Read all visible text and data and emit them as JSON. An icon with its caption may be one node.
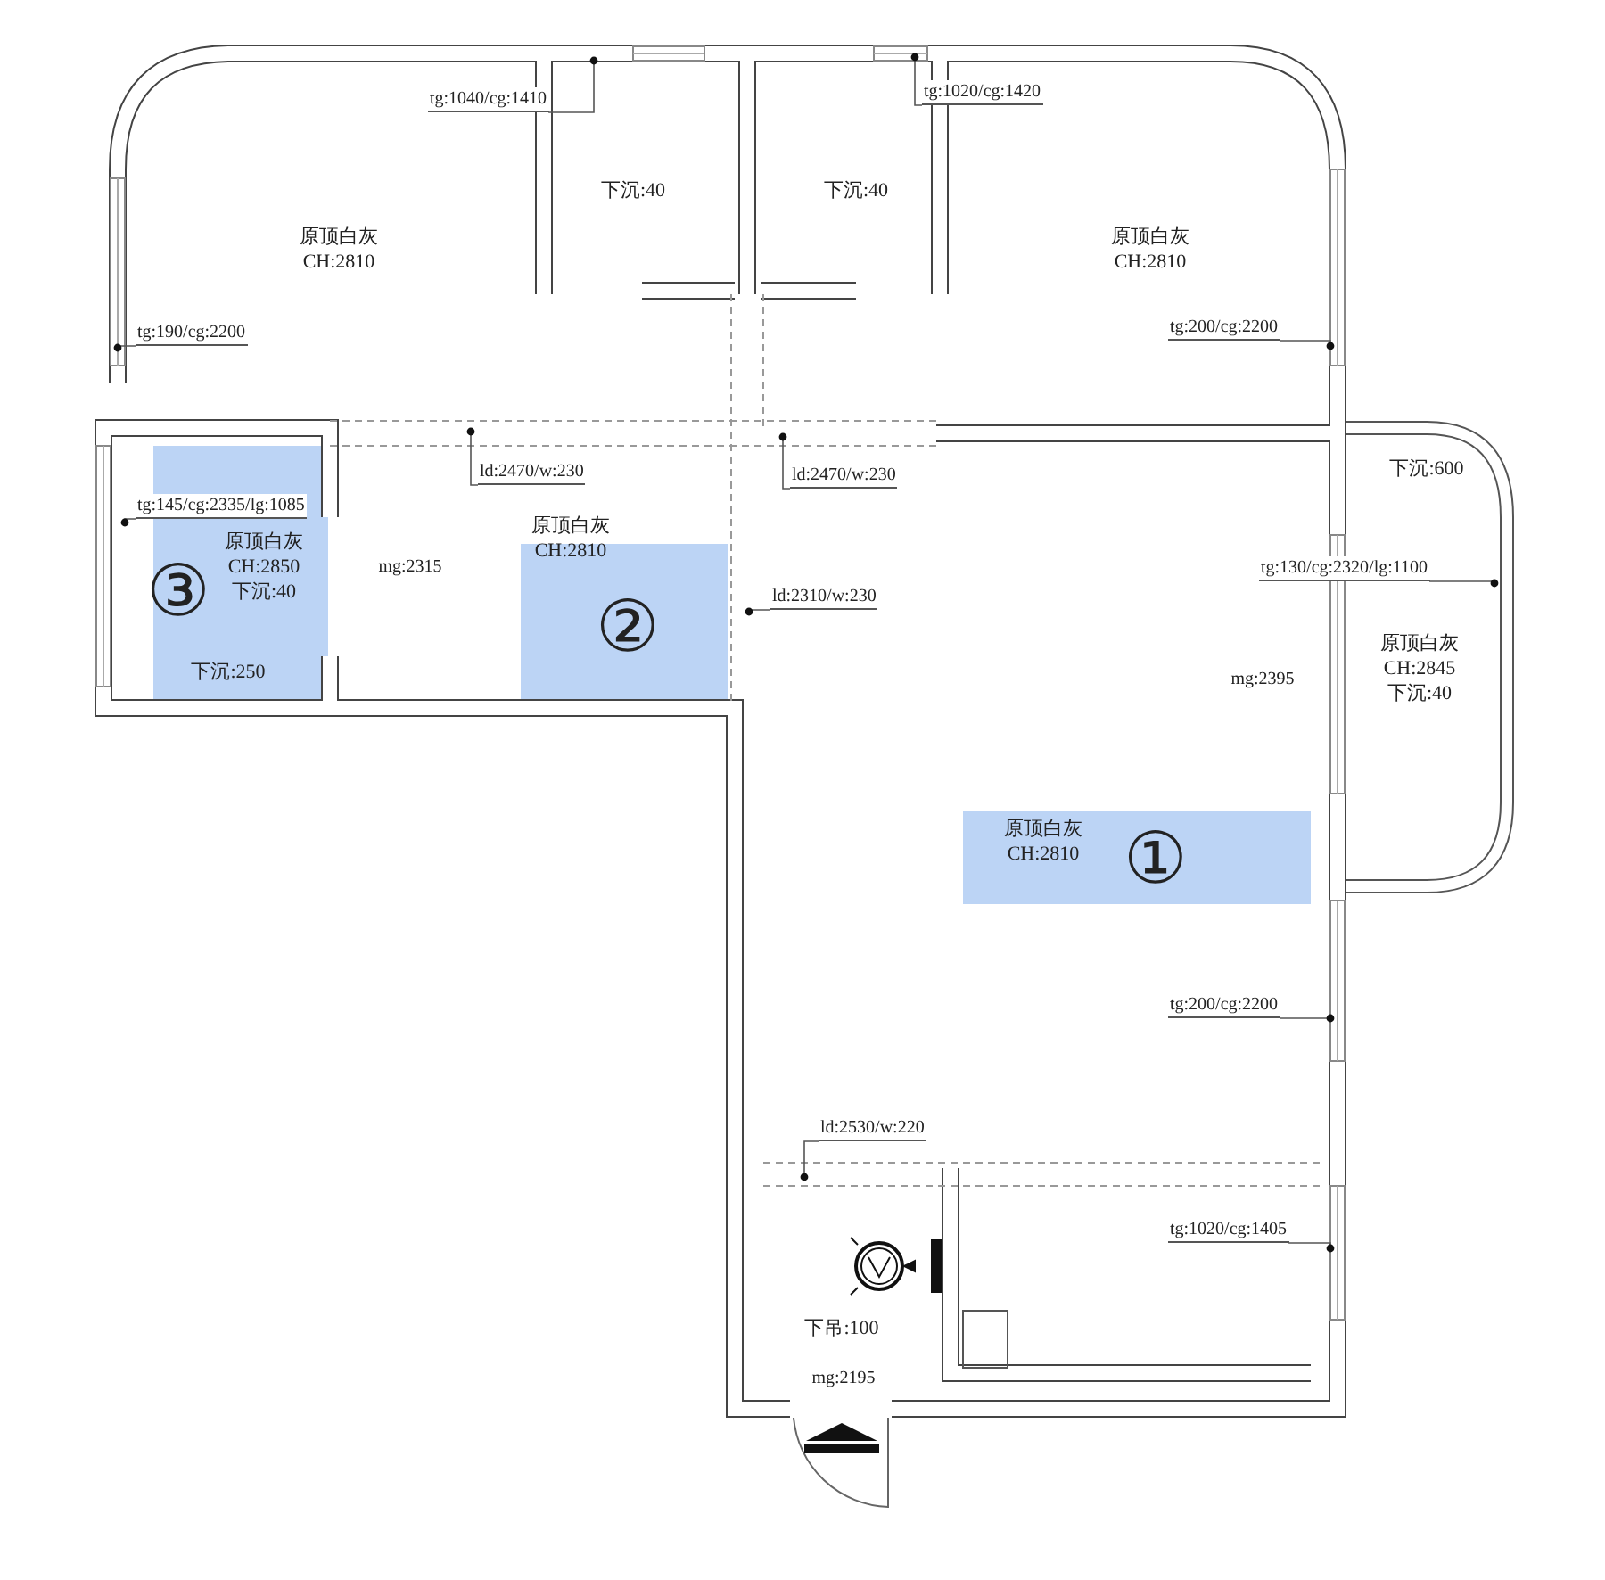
{
  "diagram": {
    "nodes": [
      {
        "text": [
          "原顶白灰",
          "CH:2810"
        ]
      },
      {
        "text": [
          "下沉:40"
        ]
      },
      {
        "text": [
          "下沉:40"
        ]
      },
      {
        "text": [
          "原顶白灰",
          "CH:2810"
        ]
      },
      {
        "text": [
          "原顶白灰",
          "CH:2810"
        ]
      },
      {
        "text": [
          "原顶白灰",
          "CH:2850",
          "下沉:40"
        ]
      },
      {
        "text": [
          "下沉:250"
        ]
      },
      {
        "text": [
          "原顶白灰",
          "CH:2810"
        ]
      },
      {
        "text": [
          "原顶白灰",
          "CH:2845",
          "下沉:40"
        ]
      },
      {
        "text": [
          "下沉:600"
        ]
      },
      {
        "text": [
          "下吊:100"
        ]
      },
      {
        "text": [
          "tg:1040/cg:1410"
        ]
      },
      {
        "text": [
          "tg:1020/cg:1420"
        ]
      },
      {
        "text": [
          "tg:190/cg:2200"
        ]
      },
      {
        "text": [
          "tg:200/cg:2200"
        ]
      },
      {
        "text": [
          "ld:2470/w:230"
        ]
      },
      {
        "text": [
          "ld:2470/w:230"
        ]
      },
      {
        "text": [
          "tg:145/cg:2335/lg:1085"
        ]
      },
      {
        "text": [
          "ld:2310/w:230"
        ]
      },
      {
        "text": [
          "tg:130/cg:2320/lg:1100"
        ]
      },
      {
        "text": [
          "tg:200/cg:2200"
        ]
      },
      {
        "text": [
          "ld:2530/w:220"
        ]
      },
      {
        "text": [
          "tg:1020/cg:1405"
        ]
      }
    ],
    "edges": [
      {
        "from": 11,
        "to": null,
        "arrow": "other"
      },
      {
        "from": 12,
        "to": null,
        "arrow": "other"
      },
      {
        "from": 13,
        "to": null,
        "arrow": "other"
      },
      {
        "from": 14,
        "to": null,
        "arrow": "other"
      },
      {
        "from": 15,
        "to": null,
        "arrow": "other"
      },
      {
        "from": 16,
        "to": null,
        "arrow": "other"
      },
      {
        "from": 17,
        "to": null,
        "arrow": "other"
      },
      {
        "from": 18,
        "to": null,
        "arrow": "other"
      },
      {
        "from": 19,
        "to": null,
        "arrow": "other"
      },
      {
        "from": 20,
        "to": null,
        "arrow": "other"
      },
      {
        "from": 21,
        "to": null,
        "arrow": "other"
      },
      {
        "from": 22,
        "to": null,
        "arrow": "other"
      }
    ],
    "labels": [
      "mg:2315",
      "②",
      "③",
      "mg:2395",
      "①",
      "mg:2195"
    ]
  }
}
